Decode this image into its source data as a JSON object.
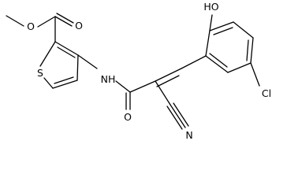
{
  "molecule": {
    "atoms": {
      "ester_o": "O",
      "carbonyl_o": "O",
      "ring_s": "S",
      "amide_nh": "NH",
      "hydroxyl": "HO",
      "amide_o": "O",
      "nitrile_n": "N",
      "chloro": "Cl"
    }
  },
  "colors": {
    "ink": "#000000",
    "background": "#ffffff"
  }
}
